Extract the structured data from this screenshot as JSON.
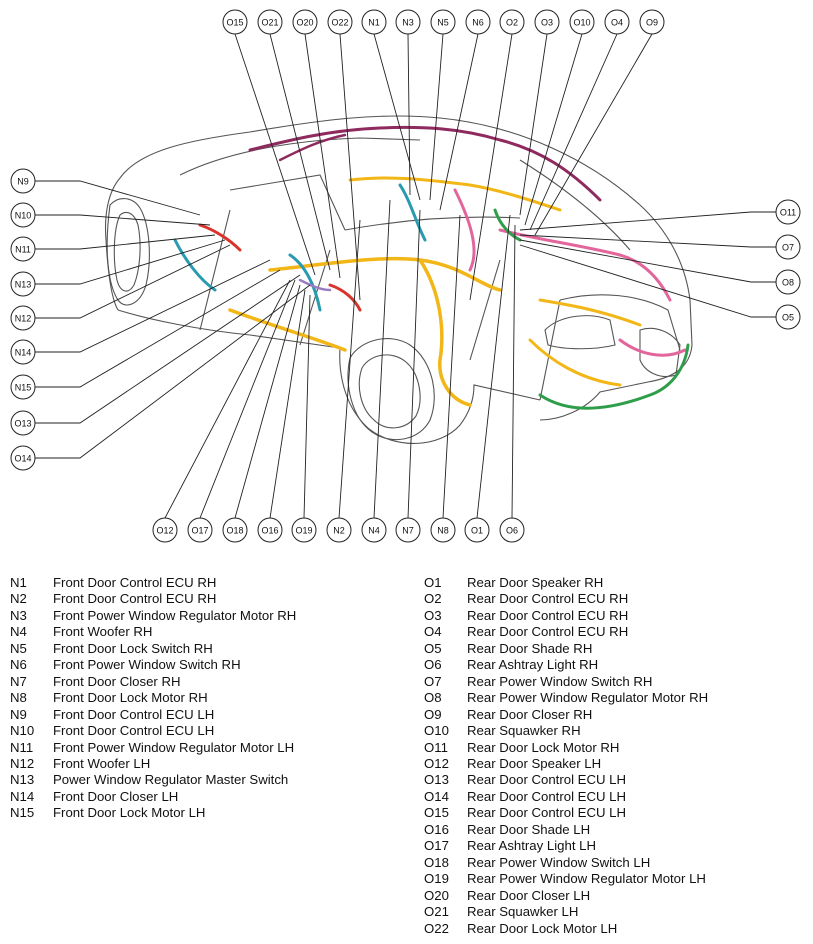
{
  "callouts": {
    "top": [
      "O15",
      "O21",
      "O20",
      "O22",
      "N1",
      "N3",
      "N5",
      "N6",
      "O2",
      "O3",
      "O10",
      "O4",
      "O9"
    ],
    "left": [
      "N9",
      "N10",
      "N11",
      "N13",
      "N12",
      "N14",
      "N15",
      "O13",
      "O14"
    ],
    "right": [
      "O11",
      "O7",
      "O8",
      "O5"
    ],
    "bottom": [
      "O12",
      "O17",
      "O18",
      "O16",
      "O19",
      "N2",
      "N4",
      "N7",
      "N8",
      "O1",
      "O6"
    ]
  },
  "harness_colors": {
    "yellow": "#f2b616",
    "pink": "#e2669c",
    "magenta": "#8e2a5e",
    "teal": "#2a9ab0",
    "green": "#2f9e4a",
    "red": "#d8342c",
    "purple": "#9a7cc0",
    "body_outline": "#555555"
  },
  "legend_left": [
    {
      "code": "N1",
      "name": "Front Door Control ECU RH"
    },
    {
      "code": "N2",
      "name": "Front Door Control ECU RH"
    },
    {
      "code": "N3",
      "name": "Front Power Window Regulator Motor RH"
    },
    {
      "code": "N4",
      "name": "Front Woofer RH"
    },
    {
      "code": "N5",
      "name": "Front Door Lock Switch RH"
    },
    {
      "code": "N6",
      "name": "Front Power Window Switch RH"
    },
    {
      "code": "N7",
      "name": "Front Door Closer RH"
    },
    {
      "code": "N8",
      "name": "Front Door Lock Motor RH"
    },
    {
      "code": "N9",
      "name": "Front Door Control ECU LH"
    },
    {
      "code": "N10",
      "name": "Front Door Control ECU LH"
    },
    {
      "code": "N11",
      "name": "Front Power Window Regulator Motor LH"
    },
    {
      "code": "N12",
      "name": "Front Woofer LH"
    },
    {
      "code": "N13",
      "name": "Power Window Regulator Master Switch"
    },
    {
      "code": "N14",
      "name": "Front Door Closer LH"
    },
    {
      "code": "N15",
      "name": "Front Door Lock Motor LH"
    }
  ],
  "legend_right": [
    {
      "code": "O1",
      "name": "Rear Door Speaker RH"
    },
    {
      "code": "O2",
      "name": "Rear Door Control ECU RH"
    },
    {
      "code": "O3",
      "name": "Rear Door Control ECU RH"
    },
    {
      "code": "O4",
      "name": "Rear Door Control ECU RH"
    },
    {
      "code": "O5",
      "name": "Rear Door Shade RH"
    },
    {
      "code": "O6",
      "name": "Rear Ashtray Light RH"
    },
    {
      "code": "O7",
      "name": "Rear Power Window Switch RH"
    },
    {
      "code": "O8",
      "name": "Rear Power Window Regulator Motor RH"
    },
    {
      "code": "O9",
      "name": "Rear Door Closer RH"
    },
    {
      "code": "O10",
      "name": "Rear Squawker RH"
    },
    {
      "code": "O11",
      "name": "Rear Door Lock Motor RH"
    },
    {
      "code": "O12",
      "name": "Rear Door Speaker LH"
    },
    {
      "code": "O13",
      "name": "Rear Door Control ECU LH"
    },
    {
      "code": "O14",
      "name": "Rear Door Control ECU LH"
    },
    {
      "code": "O15",
      "name": "Rear Door Control ECU LH"
    },
    {
      "code": "O16",
      "name": "Rear Door Shade LH"
    },
    {
      "code": "O17",
      "name": "Rear Ashtray Light LH"
    },
    {
      "code": "O18",
      "name": "Rear Power Window Switch LH"
    },
    {
      "code": "O19",
      "name": "Rear Power Window Regulator Motor LH"
    },
    {
      "code": "O20",
      "name": "Rear Door Closer LH"
    },
    {
      "code": "O21",
      "name": "Rear Squawker LH"
    },
    {
      "code": "O22",
      "name": "Rear Door Lock Motor LH"
    }
  ]
}
